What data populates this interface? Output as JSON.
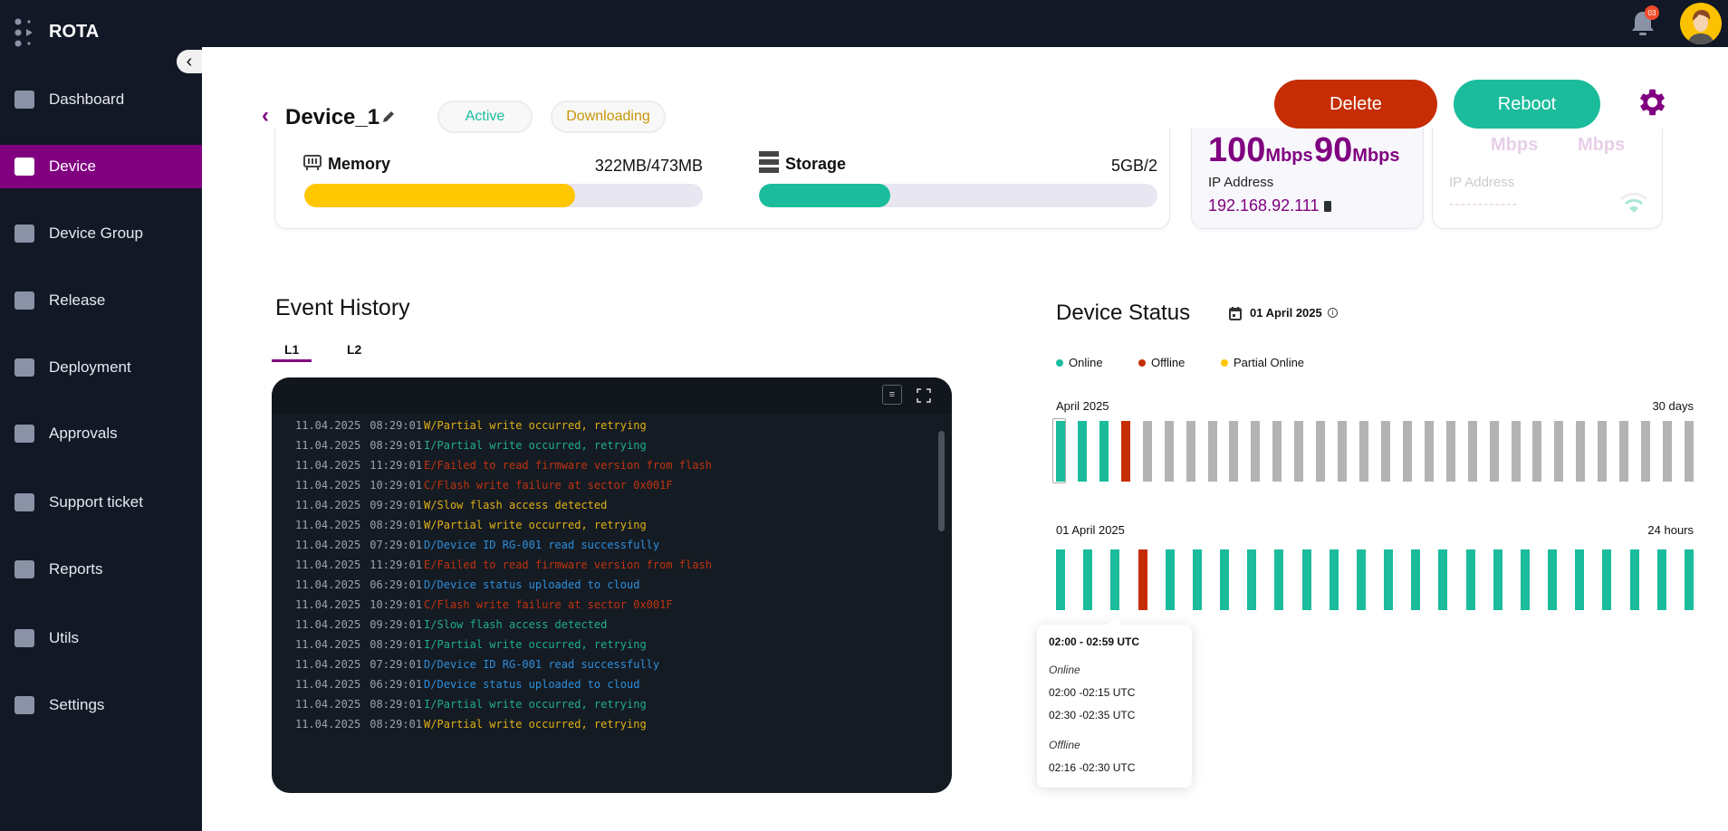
{
  "app": {
    "name": "ROTA",
    "notification_count": "03"
  },
  "sidebar": {
    "items": [
      {
        "label": "Dashboard",
        "icon": "dashboard-icon"
      },
      {
        "label": "Device",
        "icon": "device-icon",
        "active": true
      },
      {
        "label": "Device Group",
        "icon": "device-group-icon"
      },
      {
        "label": "Release",
        "icon": "box-icon"
      },
      {
        "label": "Deployment",
        "icon": "rocket-icon"
      },
      {
        "label": "Approvals",
        "icon": "approval-doc-icon"
      },
      {
        "label": "Support ticket",
        "icon": "ticket-icon"
      },
      {
        "label": "Reports",
        "icon": "reports-icon"
      },
      {
        "label": "Utils",
        "icon": "utils-icon"
      },
      {
        "label": "Settings",
        "icon": "gear-icon"
      }
    ]
  },
  "header": {
    "title": "Device_1",
    "status_active": "Active",
    "status_downloading": "Downloading",
    "delete_label": "Delete",
    "reboot_label": "Reboot"
  },
  "resources": {
    "memory": {
      "label": "Memory",
      "value": "322MB/473MB",
      "percent": 68
    },
    "storage": {
      "label": "Storage",
      "value": "5GB/2",
      "percent": 33
    }
  },
  "network": [
    {
      "download": "100",
      "upload": "90",
      "unit": "Mbps",
      "ip_label": "IP Address",
      "ip": "192.168.92.111"
    },
    {
      "download": "--",
      "upload": "--",
      "unit": "Mbps",
      "ip_label": "IP Address",
      "ip": "------------"
    }
  ],
  "event_history": {
    "title": "Event History",
    "tabs": [
      {
        "label": "L1",
        "active": true
      },
      {
        "label": "L2"
      }
    ],
    "logs": [
      {
        "date": "11.04.2025",
        "time": "08:29:01",
        "level": "W",
        "msg": "W/Partial write occurred, retrying"
      },
      {
        "date": "11.04.2025",
        "time": "08:29:01",
        "level": "I",
        "msg": "I/Partial write occurred, retrying"
      },
      {
        "date": "11.04.2025",
        "time": "11:29:01",
        "level": "E",
        "msg": "E/Failed to read firmware version from flash"
      },
      {
        "date": "11.04.2025",
        "time": "10:29:01",
        "level": "C",
        "msg": "C/Flash write failure at sector 0x001F"
      },
      {
        "date": "11.04.2025",
        "time": "09:29:01",
        "level": "W",
        "msg": "W/Slow flash access detected"
      },
      {
        "date": "11.04.2025",
        "time": "08:29:01",
        "level": "W",
        "msg": "W/Partial write occurred, retrying"
      },
      {
        "date": "11.04.2025",
        "time": "07:29:01",
        "level": "D",
        "msg": "D/Device ID RG-001 read successfully"
      },
      {
        "date": "11.04.2025",
        "time": "11:29:01",
        "level": "E",
        "msg": "E/Failed to read firmware version from flash"
      },
      {
        "date": "11.04.2025",
        "time": "06:29:01",
        "level": "D",
        "msg": "D/Device status uploaded to cloud"
      },
      {
        "date": "11.04.2025",
        "time": "10:29:01",
        "level": "C",
        "msg": "C/Flash write failure at sector 0x001F"
      },
      {
        "date": "11.04.2025",
        "time": "09:29:01",
        "level": "I",
        "msg": "I/Slow flash access detected"
      },
      {
        "date": "11.04.2025",
        "time": "08:29:01",
        "level": "I",
        "msg": "I/Partial write occurred, retrying"
      },
      {
        "date": "11.04.2025",
        "time": "07:29:01",
        "level": "D",
        "msg": "D/Device ID RG-001 read successfully"
      },
      {
        "date": "11.04.2025",
        "time": "06:29:01",
        "level": "D",
        "msg": "D/Device status uploaded to cloud"
      },
      {
        "date": "11.04.2025",
        "time": "08:29:01",
        "level": "I",
        "msg": "I/Partial write occurred, retrying"
      },
      {
        "date": "11.04.2025",
        "time": "08:29:01",
        "level": "W",
        "msg": "W/Partial write occurred, retrying"
      }
    ],
    "level_colors": {
      "W": "#e0b015",
      "I": "#1fae8c",
      "E": "#c0330f",
      "C": "#c0330f",
      "D": "#2d8fdc"
    }
  },
  "device_status": {
    "title": "Device Status",
    "date": "01 April 2025",
    "legend": [
      {
        "label": "Online",
        "color": "#1abc9c"
      },
      {
        "label": "Offline",
        "color": "#c62d04"
      },
      {
        "label": "Partial Online",
        "color": "#ffc700"
      }
    ],
    "monthly": {
      "label": "April 2025",
      "range": "30 days",
      "days": [
        "online",
        "online",
        "online",
        "offline",
        "none",
        "none",
        "none",
        "none",
        "none",
        "none",
        "none",
        "none",
        "none",
        "none",
        "none",
        "none",
        "none",
        "none",
        "none",
        "none",
        "none",
        "none",
        "none",
        "none",
        "none",
        "none",
        "none",
        "none",
        "none",
        "none"
      ]
    },
    "daily": {
      "label": "01 April 2025",
      "range": "24 hours",
      "hours": [
        "online",
        "online",
        "online",
        "offline",
        "online",
        "online",
        "online",
        "online",
        "online",
        "online",
        "online",
        "online",
        "online",
        "online",
        "online",
        "online",
        "online",
        "online",
        "online",
        "online",
        "online",
        "online",
        "online",
        "online"
      ]
    },
    "tooltip": {
      "range": "02:00  - 02:59 UTC",
      "online_label": "Online",
      "online": [
        "02:00 -02:15 UTC",
        "02:30 -02:35 UTC"
      ],
      "offline_label": "Offline",
      "offline": [
        "02:16 -02:30 UTC"
      ]
    }
  },
  "colors": {
    "brand": "#800080",
    "sidebar": "#121826",
    "online": "#1abc9c",
    "offline": "#c62d04",
    "partial": "#ffc700",
    "none": "#b3b3b3",
    "memory": "#ffc700",
    "storage": "#1abc9c"
  }
}
